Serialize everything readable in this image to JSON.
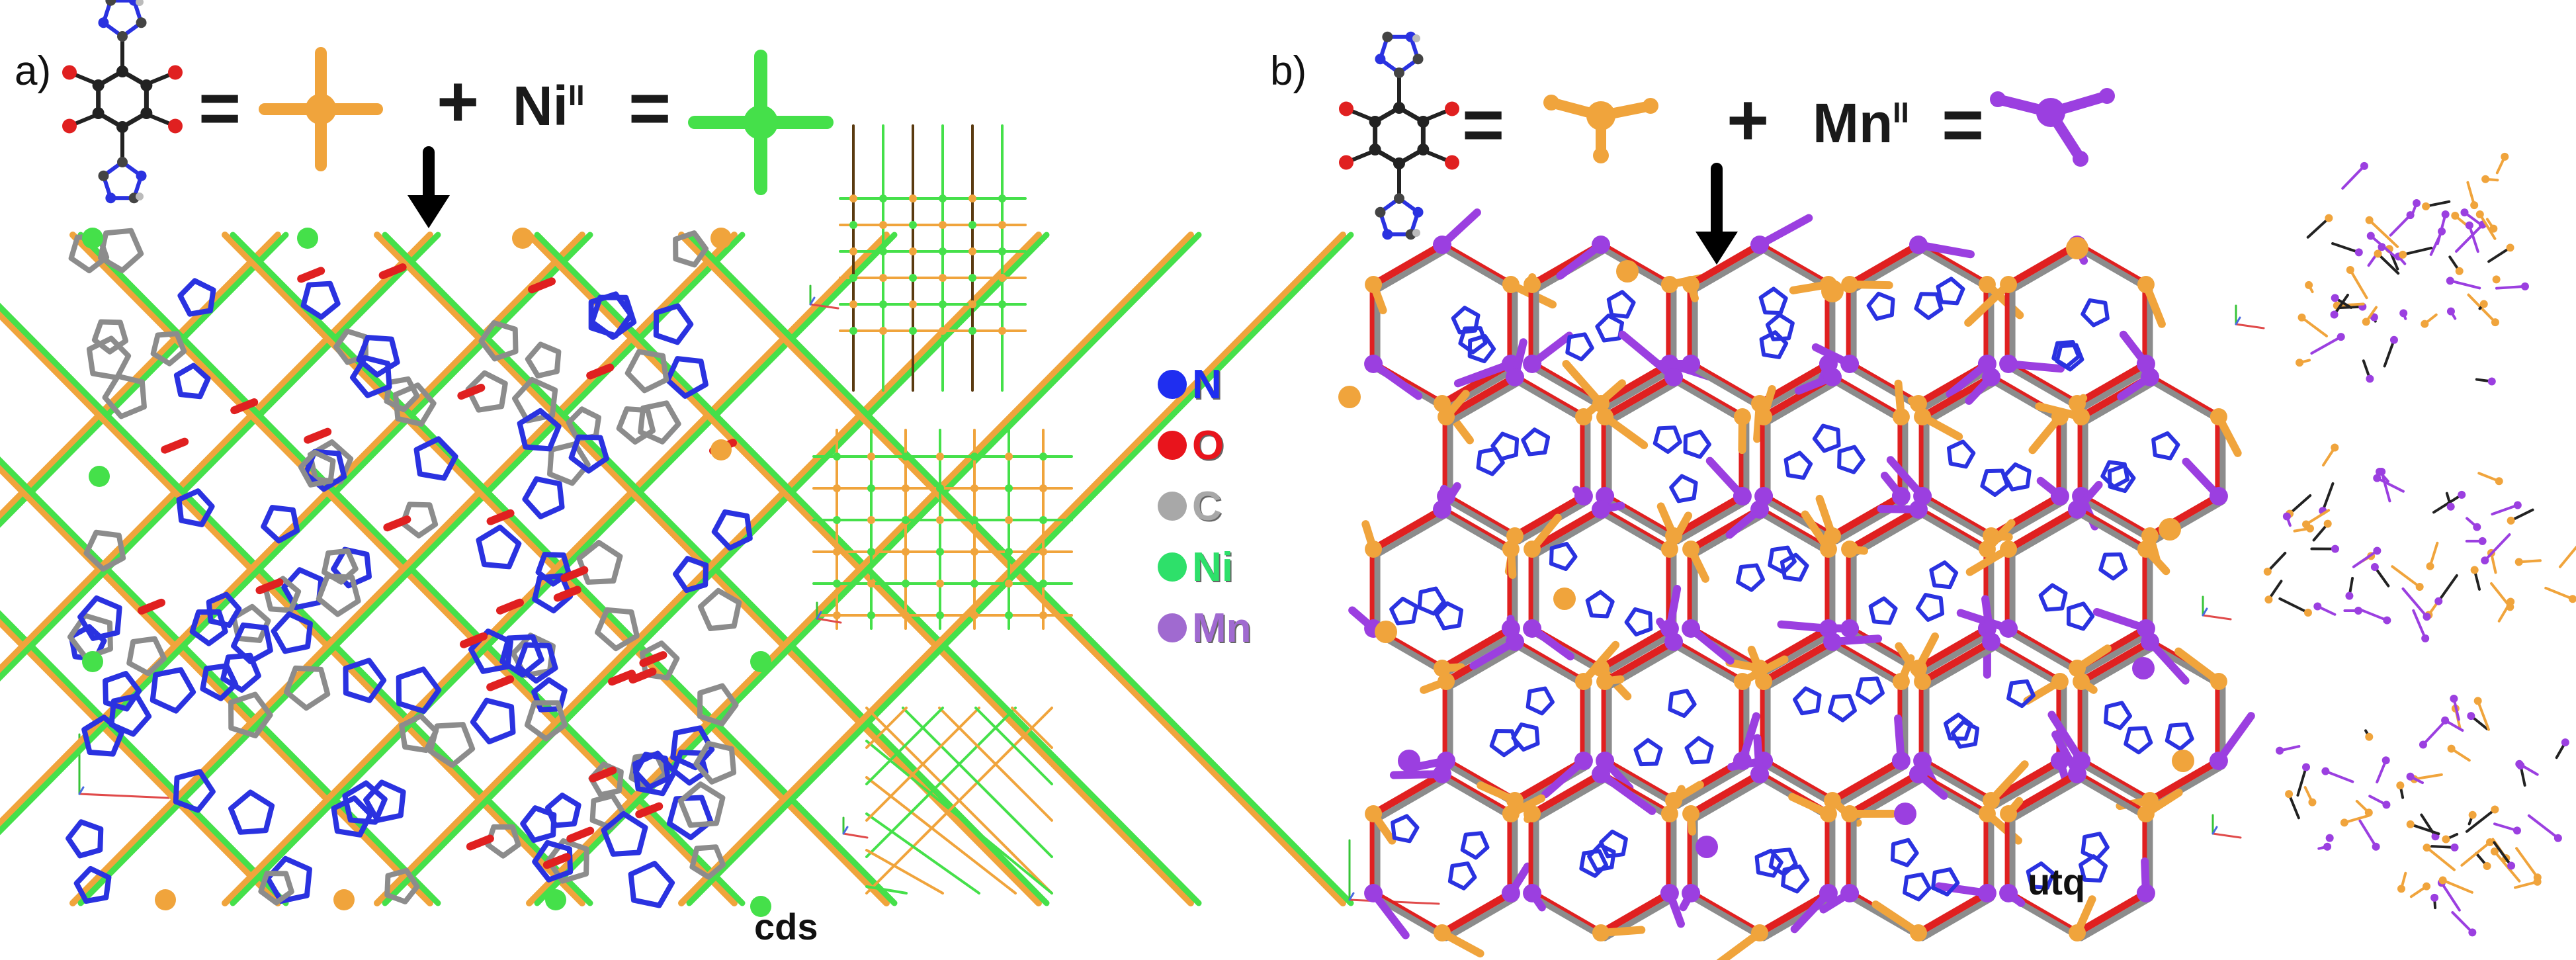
{
  "panels": {
    "a": {
      "label": "a)",
      "equals_1": "=",
      "plus": "+",
      "metal_symbol": "Ni",
      "metal_charge": "II",
      "equals_2": "=",
      "topology": "cds"
    },
    "b": {
      "label": "b)",
      "equals_1": "=",
      "plus": "+",
      "metal_symbol": "Mn",
      "metal_charge": "II",
      "equals_2": "=",
      "topology": "utq"
    }
  },
  "legend": [
    {
      "symbol": "N",
      "color": "#1f2ef0"
    },
    {
      "symbol": "O",
      "color": "#e8141c"
    },
    {
      "symbol": "C",
      "color": "#a8a8a8"
    },
    {
      "symbol": "Ni",
      "color": "#2ee06a"
    },
    {
      "symbol": "Mn",
      "color": "#a06ad0"
    }
  ],
  "colors": {
    "nitrogen": "#2a32e0",
    "oxygen": "#e02020",
    "carbon": "#8c8c8c",
    "nickel": "#45e04a",
    "manganese": "#9b3fe0",
    "ligand_node": "#f0a43c",
    "bond_dark": "#222222"
  }
}
